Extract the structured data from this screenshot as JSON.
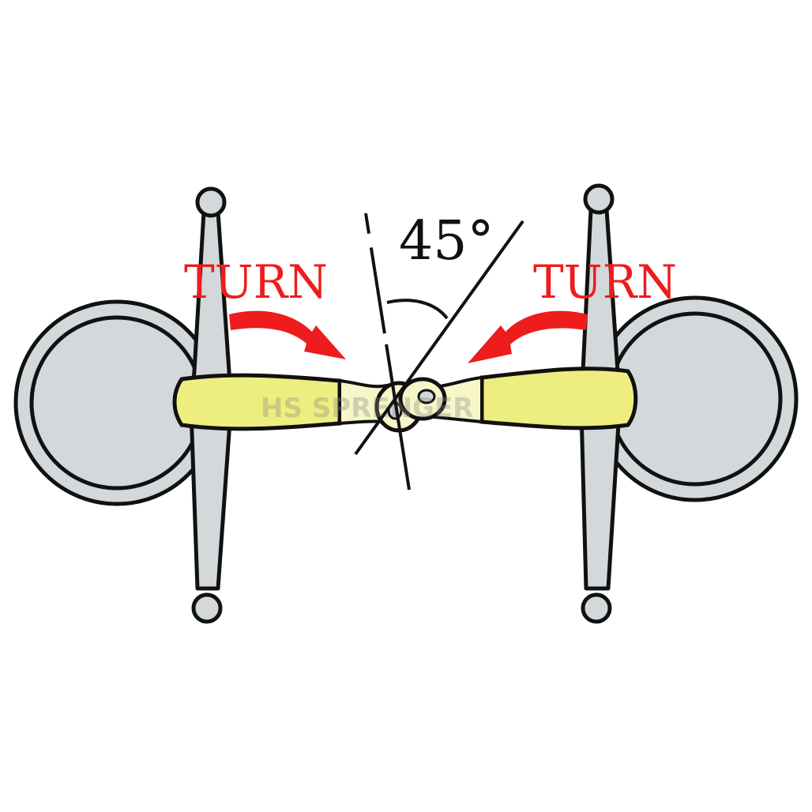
{
  "labels": {
    "angle": "45°",
    "turn_left": "TURN",
    "turn_right": "TURN",
    "watermark": "HS SPRENGER"
  },
  "colors": {
    "ring": "#d3d8da",
    "mouthpiece": "#eeee80",
    "mouthpiece_light": "#f6f6c8",
    "arrow": "#ee1c1c",
    "outline": "#111111"
  }
}
